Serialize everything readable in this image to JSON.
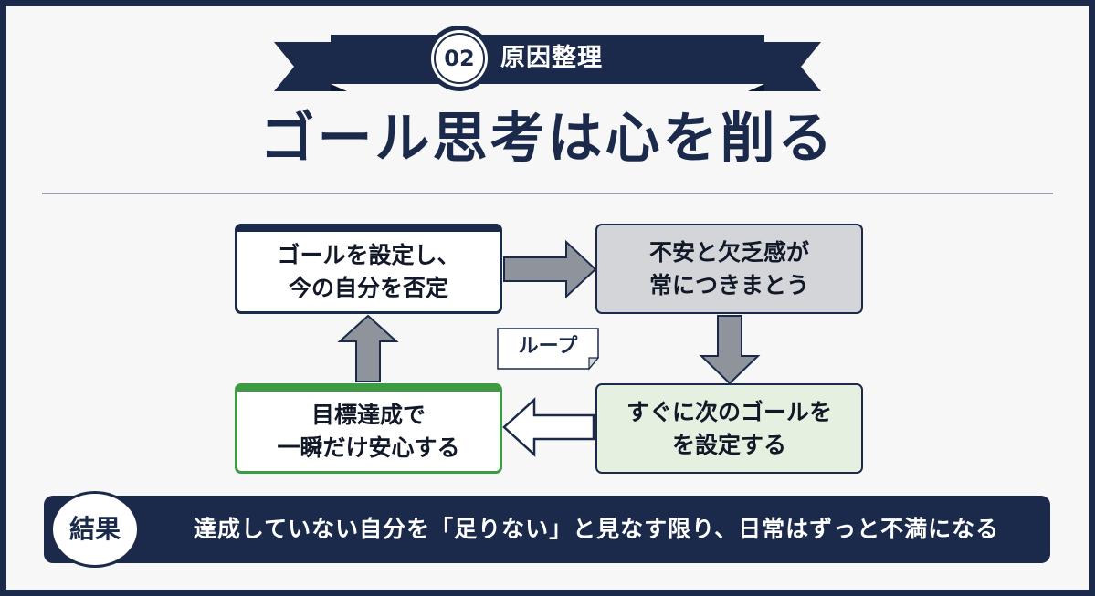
{
  "header": {
    "badge_number": "02",
    "badge_label": "原因整理",
    "title": "ゴール思考は心を削る"
  },
  "cycle": {
    "box_top_left": "ゴールを設定し、\n今の自分を否定",
    "box_top_right": "不安と欠乏感が\n常につきまとう",
    "box_bottom_right": "すぐに次のゴールを\nを設定する",
    "box_bottom_left": "目標達成で\n一瞬だけ安心する",
    "loop_label": "ループ"
  },
  "result": {
    "label": "結果",
    "text": "達成していない自分を「足りない」と見なす限り、日常はずっと不満になる"
  },
  "colors": {
    "navy": "#1b2a4a",
    "gray_box": "#d4d5d9",
    "green_box": "#e6f0e1",
    "green_border": "#3e9a43",
    "arrow_gray": "#8e939c"
  }
}
